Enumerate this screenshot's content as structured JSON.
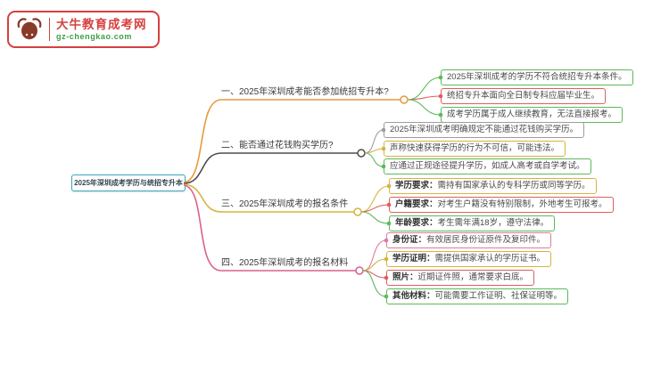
{
  "logo": {
    "brand": "大牛教育成考网",
    "domain": "gz-chengkao.com",
    "border_color": "#D64040",
    "brand_color": "#D64040",
    "domain_color": "#3F9E44",
    "icon": "bull-icon",
    "icon_color": "#8A3A2A"
  },
  "root": {
    "label": "2025年深圳成考学历与统招专升本",
    "border_color": "#3AA7BD"
  },
  "branches": [
    {
      "label": "一、2025年深圳成考能否参加统招专升本?",
      "color": "#E8993B",
      "leaves": [
        {
          "text": "2025年深圳成考的学历不符合统招专升本条件。",
          "color": "#5CB85C"
        },
        {
          "text": "统招专升本面向全日制专科应届毕业生。",
          "color": "#DE5E5E"
        },
        {
          "text": "成考学历属于成人继续教育，无法直接报考。",
          "color": "#5CB85C"
        }
      ]
    },
    {
      "label": "二、能否通过花钱购买学历?",
      "color": "#4D4D4D",
      "leaves": [
        {
          "text": "2025年深圳成考明确规定不能通过花钱购买学历。",
          "color": "#9D9D9D"
        },
        {
          "text": "声称快速获得学历的行为不可信，可能违法。",
          "color": "#D6B33F"
        },
        {
          "text": "应通过正规途径提升学历，如成人高考或自学考试。",
          "color": "#5CB85C"
        }
      ]
    },
    {
      "label": "三、2025年深圳成考的报名条件",
      "color": "#D6B33F",
      "leaves": [
        {
          "label": "学历要求：",
          "text": "需持有国家承认的专科学历或同等学历。",
          "color": "#D6B33F"
        },
        {
          "label": "户籍要求：",
          "text": "对考生户籍没有特别限制，外地考生可报考。",
          "color": "#DE5E5E"
        },
        {
          "label": "年龄要求：",
          "text": "考生需年满18岁，遵守法律。",
          "color": "#5CB85C"
        }
      ]
    },
    {
      "label": "四、2025年深圳成考的报名材料",
      "color": "#D8618F",
      "leaves": [
        {
          "label": "身份证：",
          "text": "有效居民身份证原件及复印件。",
          "color": "#E07A9C"
        },
        {
          "label": "学历证明：",
          "text": "需提供国家承认的学历证书。",
          "color": "#D6B33F"
        },
        {
          "label": "照片：",
          "text": "近期证件照，通常要求白底。",
          "color": "#DE5E5E"
        },
        {
          "label": "其他材料：",
          "text": "可能需要工作证明、社保证明等。",
          "color": "#5CB85C"
        }
      ]
    }
  ]
}
